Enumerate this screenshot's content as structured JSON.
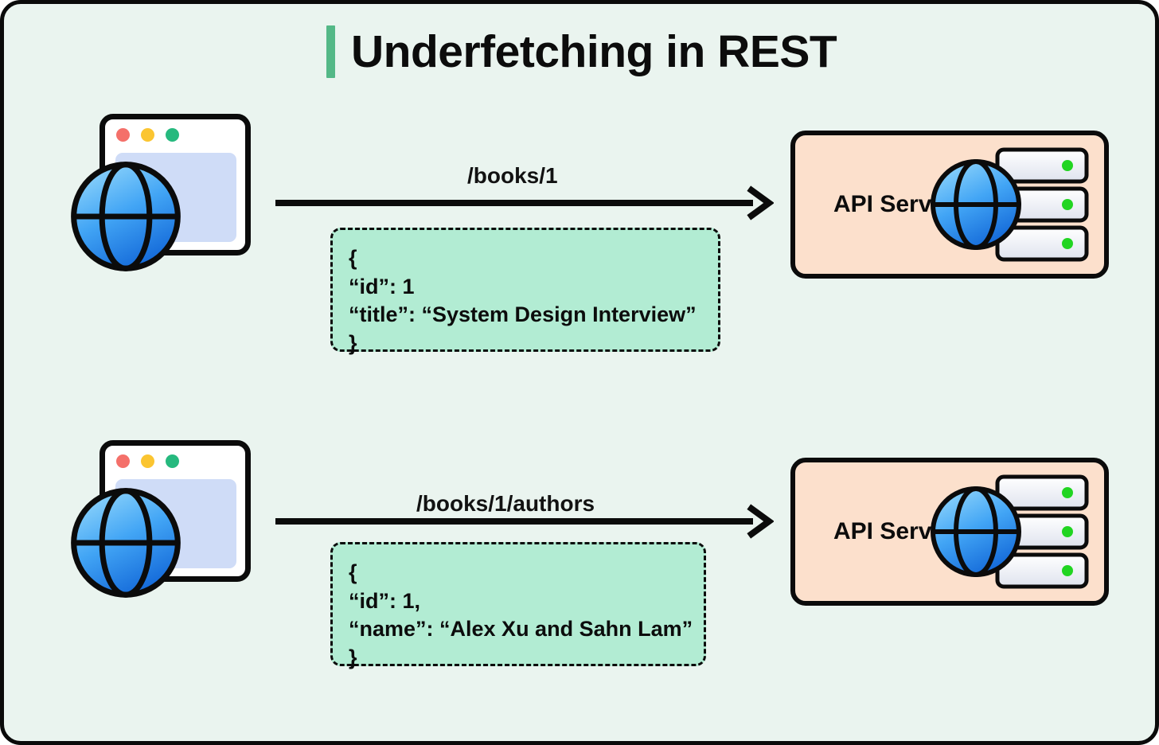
{
  "title": {
    "text": "Underfetching in REST",
    "accent_color": "#54b887"
  },
  "colors": {
    "canvas_background": "#eaf4ef",
    "border": "#0b0b0b",
    "server_box_fill": "#fce0cc",
    "json_box_fill": "#b2ecd3",
    "accent_green": "#54b887",
    "globe_blue": "#1d84e0",
    "led_green": "#21d521",
    "browser_screen": "#cfdcf7"
  },
  "flows": [
    {
      "client": {
        "icon": "browser-globe-icon",
        "dots": [
          "red",
          "yellow",
          "green"
        ]
      },
      "request": {
        "label": "/books/1"
      },
      "server": {
        "label": "API Server",
        "icon": "server-rack-globe-icon"
      },
      "response": {
        "lines": [
          "{",
          "“id”: 1",
          "“title”: “System Design Interview”",
          "}"
        ]
      }
    },
    {
      "client": {
        "icon": "browser-globe-icon",
        "dots": [
          "red",
          "yellow",
          "green"
        ]
      },
      "request": {
        "label": "/books/1/authors"
      },
      "server": {
        "label": "API Server",
        "icon": "server-rack-globe-icon"
      },
      "response": {
        "lines": [
          "{",
          "“id”: 1,",
          "“name”: “Alex Xu and Sahn Lam”",
          "}"
        ]
      }
    }
  ]
}
